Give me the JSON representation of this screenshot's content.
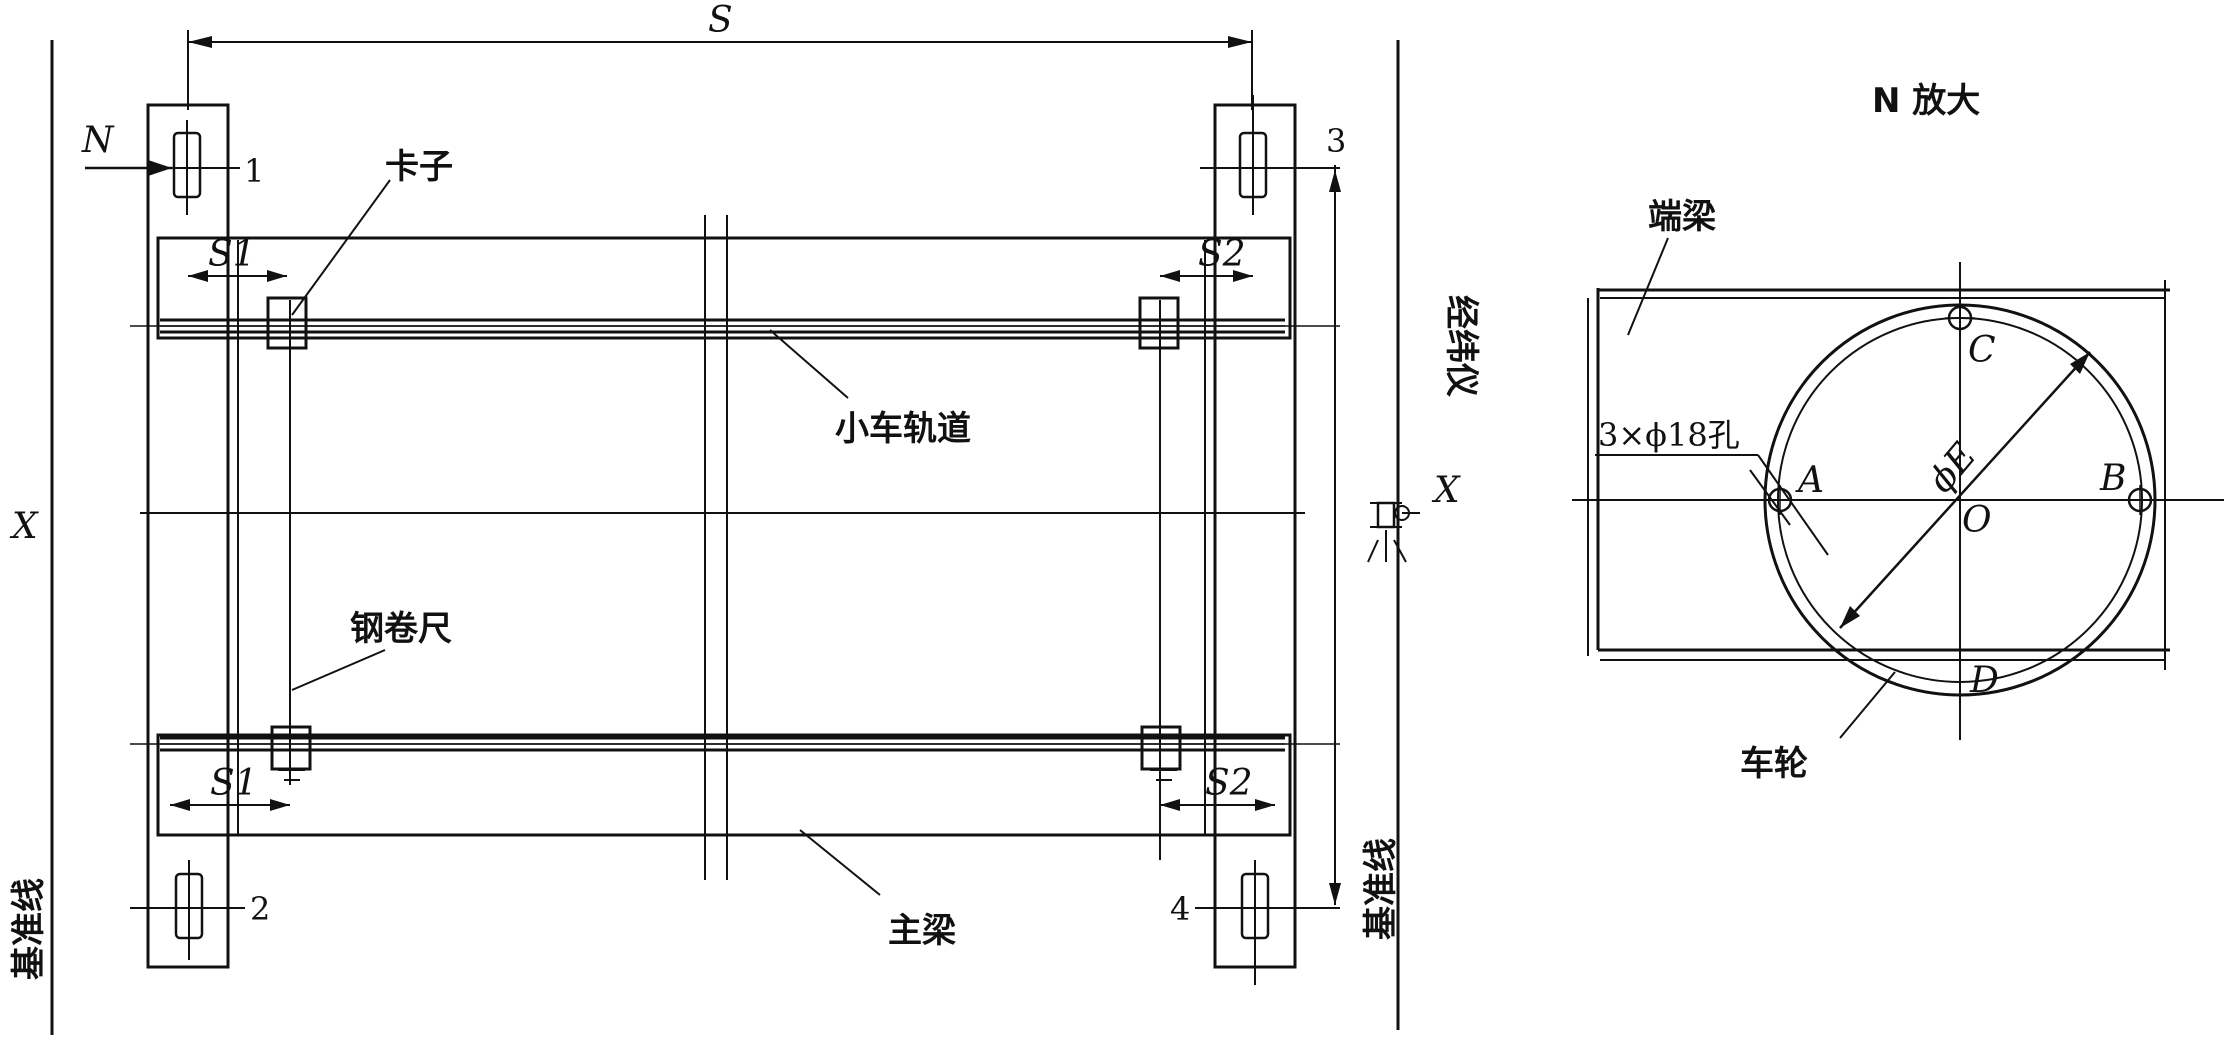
{
  "labels": {
    "dim_s": "S",
    "dim_s1_top": "S1",
    "dim_s2_top": "S2",
    "dim_s1_bottom": "S1",
    "dim_s2_bottom": "S2",
    "n_marker": "N",
    "x_left": "X",
    "x_right": "X",
    "point_1": "1",
    "point_2": "2",
    "point_3": "3",
    "point_4": "4",
    "clamp": "卡子",
    "trolley_rail": "小车轨道",
    "steel_tape": "钢卷尺",
    "main_beam": "主梁",
    "datum_line_left": "基准线",
    "datum_line_right": "基准线",
    "theodolite": "经纬仪",
    "detail_title": "N 放大",
    "end_beam": "端梁",
    "holes": "3×ϕ18孔",
    "pt_a": "A",
    "pt_b": "B",
    "pt_c": "C",
    "pt_d": "D",
    "pt_o": "O",
    "diam_e": "ϕE",
    "wheel": "车轮"
  }
}
